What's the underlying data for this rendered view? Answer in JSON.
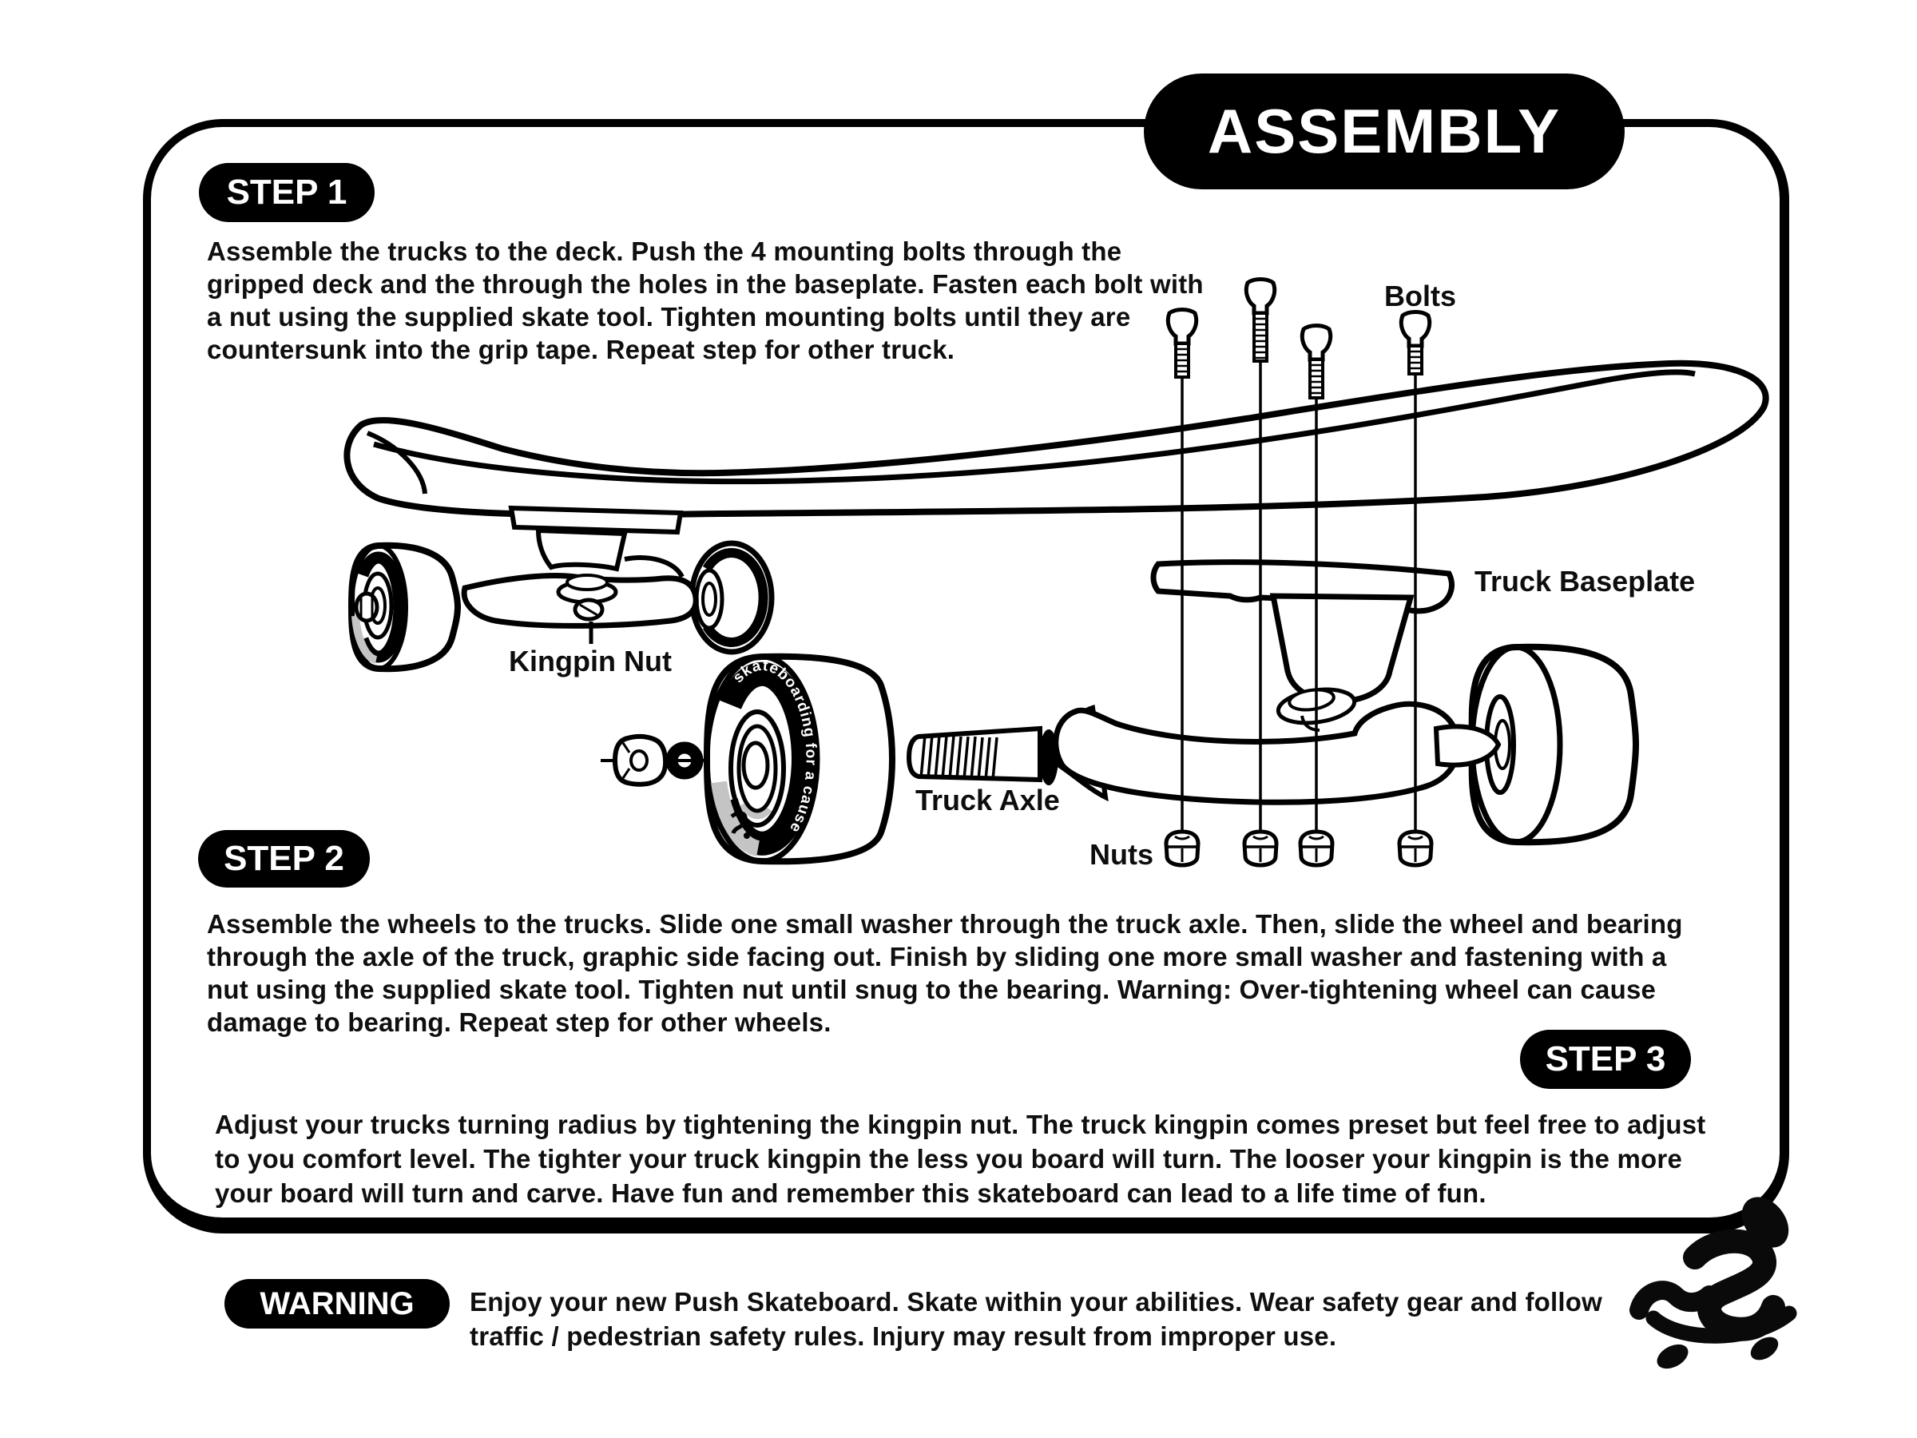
{
  "title_badge": {
    "label": "ASSEMBLY"
  },
  "steps": [
    {
      "badge": "STEP 1",
      "lines": [
        "Assemble the trucks to the deck. Push the 4 mounting bolts through the",
        "gripped deck and the through the holes in the baseplate. Fasten each bolt with",
        "a nut using the supplied skate tool. Tighten mounting bolts until they are",
        "countersunk into the grip tape. Repeat step for other truck."
      ]
    },
    {
      "badge": "STEP 2",
      "lines": [
        "Assemble the wheels to the trucks. Slide one small washer through the truck axle. Then, slide the wheel and bearing",
        "through the axle of the truck, graphic side facing out. Finish by sliding one more small washer and fastening with a",
        "nut using the supplied skate tool. Tighten nut until snug to the bearing. Warning: Over-tightening wheel can cause",
        "damage to bearing. Repeat step for other wheels."
      ]
    },
    {
      "badge": "STEP 3",
      "lines": [
        "Adjust your trucks turning radius by tightening the kingpin nut. The truck kingpin comes preset but feel free to adjust",
        "to you comfort level. The tighter your truck kingpin the less you board will turn. The looser your kingpin is the more",
        "your board will turn and carve. Have fun and remember this skateboard can lead to a life time of fun."
      ]
    }
  ],
  "warning": {
    "badge": "WARNING",
    "lines": [
      "Enjoy your new Push Skateboard. Skate within your abilities. Wear safety gear and follow",
      "traffic / pedestrian safety rules. Injury may result from improper use."
    ]
  },
  "diagram": {
    "labels": {
      "bolts": "Bolts",
      "truck_baseplate": "Truck Baseplate",
      "kingpin_nut": "Kingpin Nut",
      "truck_axle": "Truck Axle",
      "nuts": "Nuts"
    },
    "wheel_graphic_text": "skateboarding for a cause"
  },
  "colors": {
    "ink": "#000000",
    "paper": "#ffffff",
    "shade": "#c4c4c4"
  }
}
